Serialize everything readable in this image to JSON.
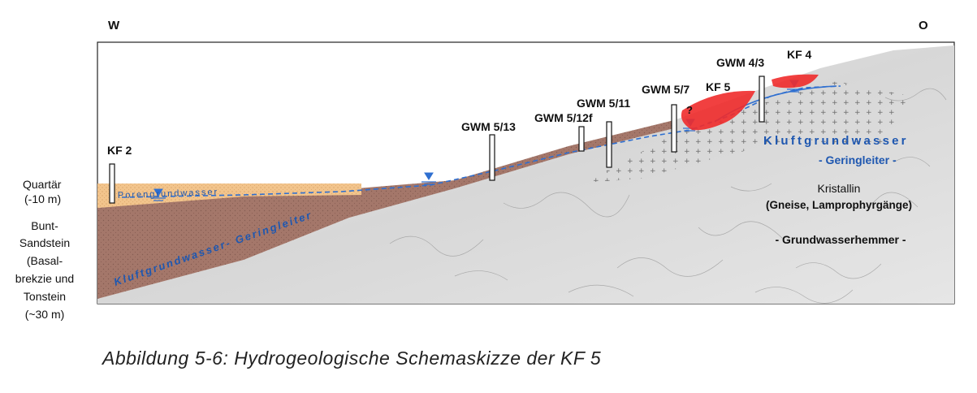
{
  "compass": {
    "west": "W",
    "east": "O"
  },
  "layers": {
    "quartaer": {
      "line1": "Quartär",
      "line2": "(-10 m)"
    },
    "buntsandstein": {
      "lines": [
        "Bunt-",
        "Sandstein",
        "(Basal-",
        "brekzie und",
        "Tonstein",
        "(~30 m)"
      ]
    }
  },
  "wells": [
    "KF 2",
    "GWM 5/13",
    "GWM 5/12f",
    "GWM 5/11",
    "GWM 5/7",
    "GWM 4/3"
  ],
  "springs": [
    "KF 5",
    "KF 4"
  ],
  "unknown_mark": "?",
  "water": {
    "porengrundwasser": "Porengrundwasser",
    "kluft_left": "Kluftgrundwasser- Geringleiter",
    "kluft_right": "Kluftgrundwasser",
    "geringleiter_right": "- Geringleiter -"
  },
  "kristallin": {
    "title": "Kristallin",
    "subtitle": "(Gneise, Lamprophyrgänge)",
    "role": "- Grundwasserhemmer -"
  },
  "caption": "Abbildung 5-6: Hydrogeologische Schemaskizze der KF 5",
  "colors": {
    "quartaer_fill": "#f2c48c",
    "buntsandstein_fill": "#a4776a",
    "kristallin_fill": "#dcdcdc",
    "water_line": "#2f6fd0",
    "kluft_text": "#1e57b0",
    "spring_fill": "#ef2b2b"
  }
}
